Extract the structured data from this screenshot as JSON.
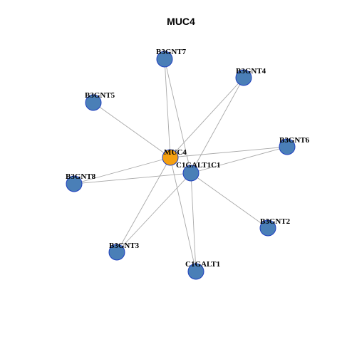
{
  "title": "MUC4",
  "colors": {
    "hub": "#f5a011",
    "node": "#4a7fb7",
    "node_border": "#1f3fbf",
    "edge": "#a9a9a9"
  },
  "nodes": [
    {
      "id": "MUC4",
      "label": "MUC4",
      "kind": "hub"
    },
    {
      "id": "C1GALT1C1",
      "label": "C1GALT1C1",
      "kind": "node"
    },
    {
      "id": "B3GNT7",
      "label": "B3GNT7",
      "kind": "node"
    },
    {
      "id": "B3GNT4",
      "label": "B3GNT4",
      "kind": "node"
    },
    {
      "id": "B3GNT5",
      "label": "B3GNT5",
      "kind": "node"
    },
    {
      "id": "B3GNT6",
      "label": "B3GNT6",
      "kind": "node"
    },
    {
      "id": "B3GNT8",
      "label": "B3GNT8",
      "kind": "node"
    },
    {
      "id": "B3GNT2",
      "label": "B3GNT2",
      "kind": "node"
    },
    {
      "id": "B3GNT3",
      "label": "B3GNT3",
      "kind": "node"
    },
    {
      "id": "C1GALT1",
      "label": "C1GALT1",
      "kind": "node"
    }
  ],
  "edges": [
    [
      "MUC4",
      "B3GNT5"
    ],
    [
      "MUC4",
      "B3GNT7"
    ],
    [
      "MUC4",
      "B3GNT4"
    ],
    [
      "MUC4",
      "B3GNT6"
    ],
    [
      "MUC4",
      "B3GNT8"
    ],
    [
      "MUC4",
      "B3GNT3"
    ],
    [
      "MUC4",
      "C1GALT1"
    ],
    [
      "C1GALT1C1",
      "B3GNT7"
    ],
    [
      "C1GALT1C1",
      "B3GNT4"
    ],
    [
      "C1GALT1C1",
      "B3GNT6"
    ],
    [
      "C1GALT1C1",
      "B3GNT8"
    ],
    [
      "C1GALT1C1",
      "B3GNT2"
    ],
    [
      "C1GALT1C1",
      "B3GNT3"
    ],
    [
      "C1GALT1C1",
      "C1GALT1"
    ]
  ]
}
